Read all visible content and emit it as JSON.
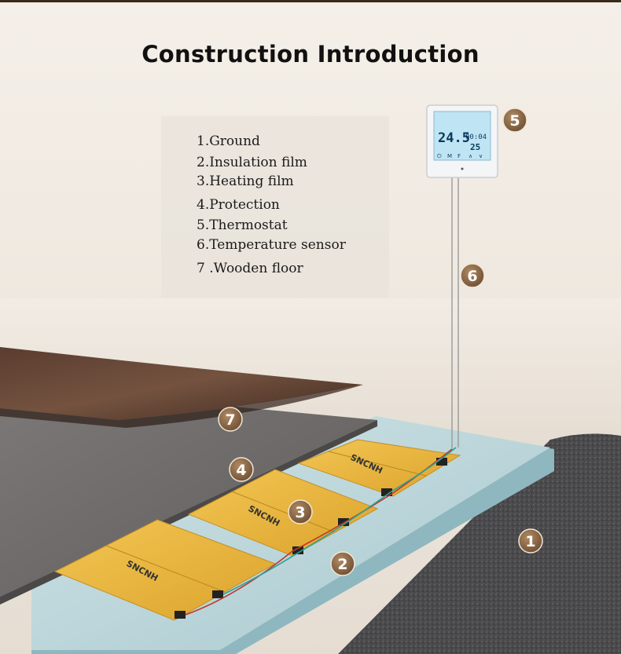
{
  "title": "Construction  Introduction",
  "legend": [
    "1.Ground",
    "2.Insulation film",
    "3.Heating film",
    "4.Protection",
    "5.Thermostat",
    "6.Temperature sensor",
    "7 .Wooden floor"
  ],
  "badges": [
    "1",
    "2",
    "3",
    "4",
    "5",
    "6",
    "7"
  ],
  "thermostat": {
    "temp": "24.5",
    "time": "00:04",
    "set": "25",
    "buttons": [
      "⏻",
      "M",
      "F",
      "∧",
      "∨"
    ]
  },
  "film_brand": "SNCNH",
  "colors": {
    "badge": "#8a6a4a",
    "heating_film": "#e9b53a",
    "insulation": "#bcd6dc",
    "ground": "#4c4b4d",
    "wooden_floor": "#6a4a3a",
    "protection": "#6f6c6c"
  }
}
